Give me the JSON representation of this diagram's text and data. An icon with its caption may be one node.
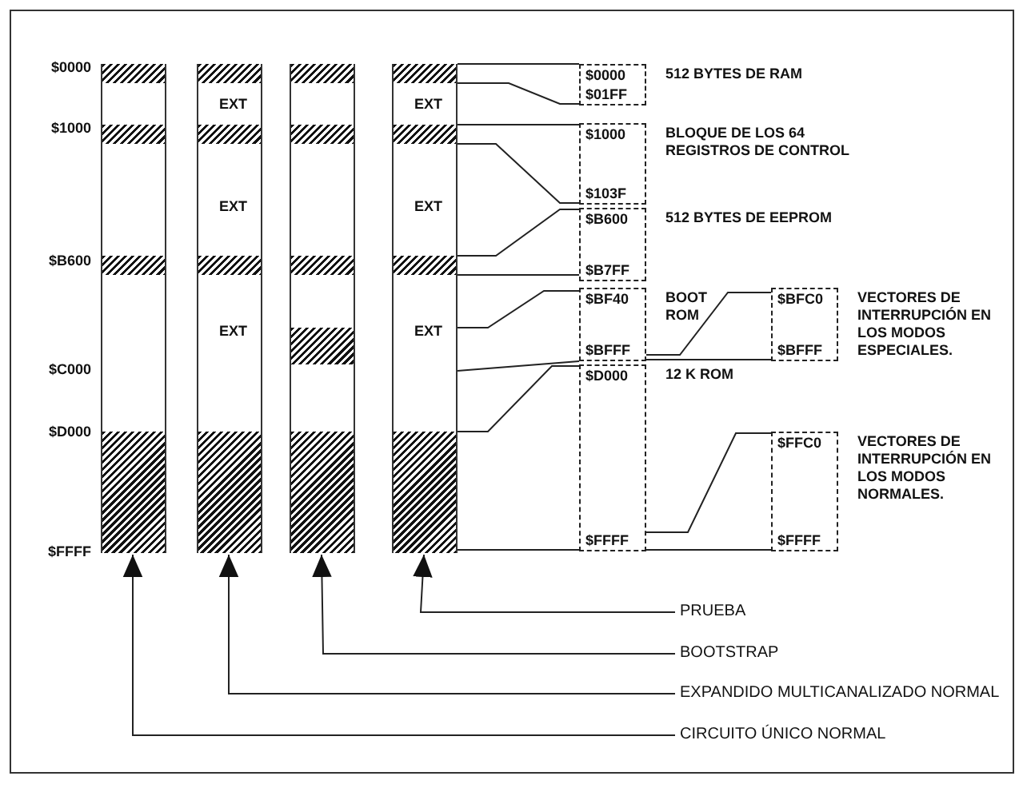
{
  "diagram": {
    "nodes": [
      {
        "text": [],
        "shape": "bar",
        "beside": [
          "$0000",
          "$1000",
          "$B600",
          "$C000",
          "$D000",
          "$FFFF"
        ]
      },
      {
        "text": [
          "EXT",
          "EXT",
          "EXT"
        ]
      },
      {
        "text": [],
        "shape": "bar"
      },
      {
        "text": [
          "EXT",
          "EXT",
          "EXT"
        ]
      },
      {
        "text": [
          "$0000",
          "$01FF"
        ],
        "beside": [
          "512 BYTES DE RAM"
        ]
      },
      {
        "text": [
          "$1000",
          "$103F"
        ],
        "beside": [
          "BLOQUE DE LOS 64 REGISTROS DE CONTROL"
        ]
      },
      {
        "text": [
          "$B600",
          "$B7FF"
        ],
        "beside": [
          "512 BYTES DE EEPROM"
        ]
      },
      {
        "text": [
          "$BF40",
          "$BFFF"
        ],
        "beside": [
          "BOOT ROM"
        ]
      },
      {
        "text": [
          "$BFC0",
          "$BFFF"
        ],
        "beside": [
          "VECTORES DE INTERRUPCIÓN EN LOS MODOS ESPECIALES."
        ]
      },
      {
        "text": [
          "$D000",
          "$FFFF"
        ],
        "beside": [
          "12 K ROM"
        ]
      },
      {
        "text": [
          "$FFC0",
          "$FFFF"
        ],
        "beside": [
          "VECTORES DE INTERRUPCIÓN EN LOS MODOS NORMALES."
        ]
      },
      {
        "text": [
          "PRUEBA"
        ]
      },
      {
        "text": [
          "BOOTSTRAP"
        ]
      },
      {
        "text": [
          "EXPANDIDO MULTICANALIZADO NORMAL"
        ]
      },
      {
        "text": [
          "CIRCUITO ÚNICO NORMAL"
        ]
      }
    ],
    "edges": [
      {
        "from": 3,
        "to": 4,
        "arrow": "none"
      },
      {
        "from": 3,
        "to": 4,
        "arrow": "none"
      },
      {
        "from": 3,
        "to": 5,
        "arrow": "none"
      },
      {
        "from": 3,
        "to": 5,
        "arrow": "none"
      },
      {
        "from": 3,
        "to": 6,
        "arrow": "none"
      },
      {
        "from": 3,
        "to": 6,
        "arrow": "none"
      },
      {
        "from": 3,
        "to": 7,
        "arrow": "none"
      },
      {
        "from": 3,
        "to": 7,
        "arrow": "none"
      },
      {
        "from": 7,
        "to": 8,
        "arrow": "none"
      },
      {
        "from": 7,
        "to": 8,
        "arrow": "none"
      },
      {
        "from": 3,
        "to": 9,
        "arrow": "none"
      },
      {
        "from": 3,
        "to": 9,
        "arrow": "none"
      },
      {
        "from": 9,
        "to": 10,
        "arrow": "none"
      },
      {
        "from": 9,
        "to": 10,
        "arrow": "none"
      },
      {
        "from": 11,
        "to": 3,
        "arrow": "to"
      },
      {
        "from": 12,
        "to": 2,
        "arrow": "to"
      },
      {
        "from": 13,
        "to": 1,
        "arrow": "to"
      },
      {
        "from": 14,
        "to": 0,
        "arrow": "to"
      }
    ]
  }
}
